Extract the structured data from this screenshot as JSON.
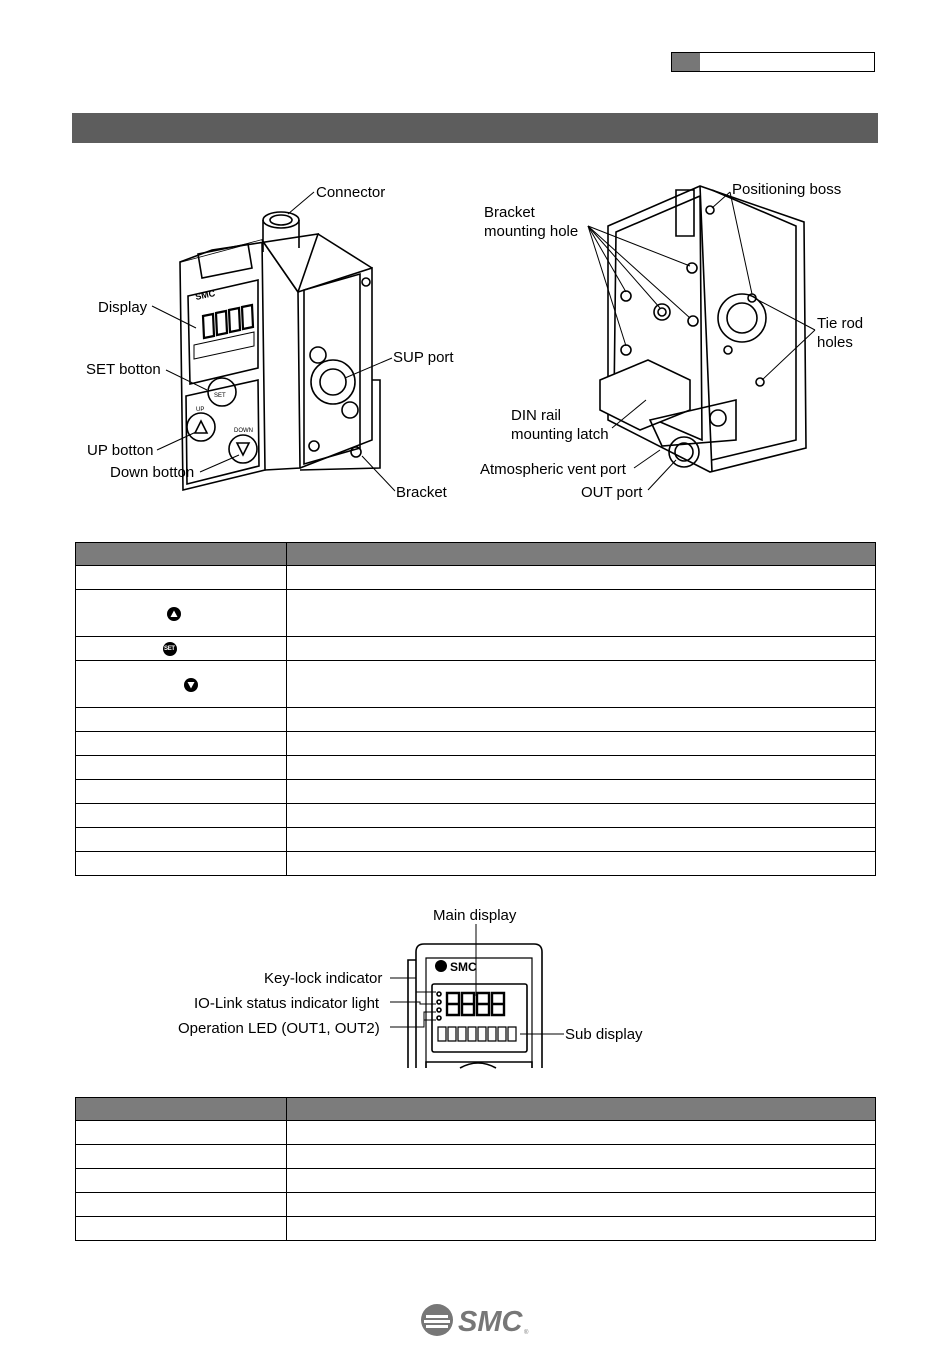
{
  "figure1": {
    "labels": {
      "connector": "Connector",
      "display": "Display",
      "set_button": "SET botton",
      "up_button": "UP botton",
      "down_button": "Down botton",
      "sup_port": "SUP port",
      "bracket": "Bracket",
      "bracket_mounting_hole_1": "Bracket",
      "bracket_mounting_hole_2": "mounting hole",
      "positioning_boss": "Positioning boss",
      "tie_rod_holes_1": "Tie rod",
      "tie_rod_holes_2": "holes",
      "din_rail_latch_1": "DIN rail",
      "din_rail_latch_2": "mounting latch",
      "atmospheric_vent_port": "Atmospheric vent port",
      "out_port": "OUT port"
    },
    "device_texts": {
      "logo": "SMC",
      "set": "SET",
      "up": "UP",
      "down": "DOWN"
    }
  },
  "table1": {
    "rows": 11,
    "tall_rows": [
      1,
      3
    ],
    "icons": {
      "up": "up-triangle-button-icon",
      "set": "set-button-icon",
      "down": "down-triangle-button-icon"
    }
  },
  "figure2": {
    "labels": {
      "main_display": "Main display",
      "key_lock_indicator": "Key-lock indicator",
      "io_link_indicator": "IO-Link status indicator light",
      "operation_led": "Operation LED (OUT1, OUT2)",
      "sub_display": "Sub display"
    },
    "device_texts": {
      "logo": "SMC"
    }
  },
  "table2": {
    "rows": 5
  },
  "footer": {
    "logo": "SMC"
  }
}
